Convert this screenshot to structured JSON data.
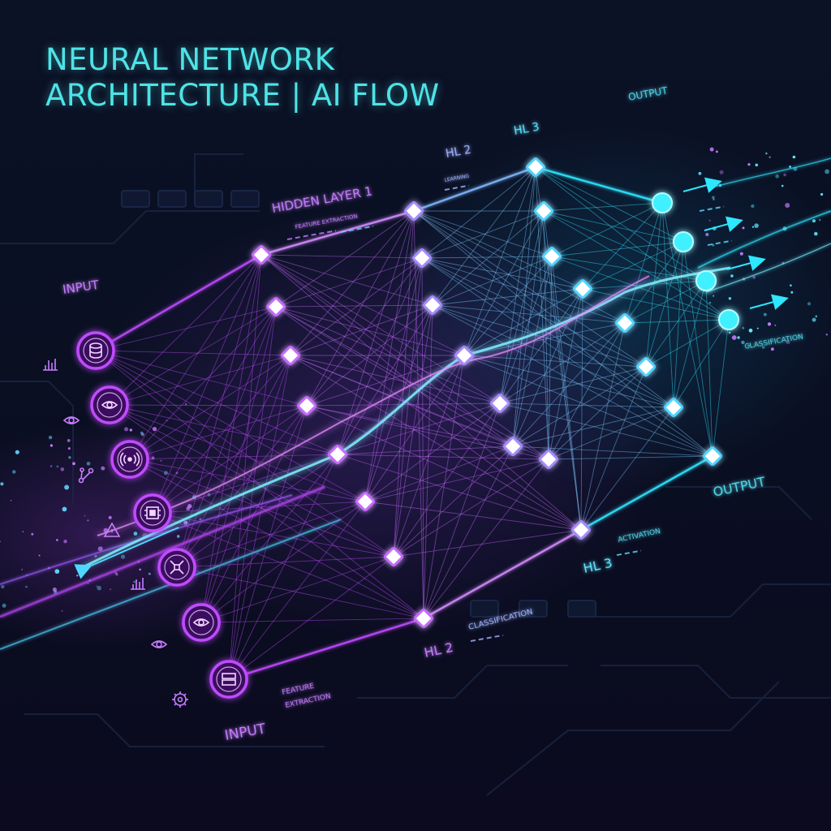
{
  "title": {
    "line1": "NEURAL NETWORK",
    "line2": "ARCHITECTURE | AI FLOW"
  },
  "labels": [
    {
      "id": "input-top",
      "text": "INPUT",
      "color": "#c77dff"
    },
    {
      "id": "input-bottom",
      "text": "INPUT",
      "color": "#c77dff"
    },
    {
      "id": "hidden-layer-1",
      "text": "HIDDEN LAYER 1",
      "color": "#c77dff"
    },
    {
      "id": "feature-extraction-top",
      "text": "FEATURE EXTRACTION",
      "color": "#c77dff"
    },
    {
      "id": "hl2-top",
      "text": "HL 2",
      "color": "#9fb4ff"
    },
    {
      "id": "learning",
      "text": "LEARNING",
      "color": "#9fb4ff"
    },
    {
      "id": "hl3-top",
      "text": "HL 3",
      "color": "#5ee4ff"
    },
    {
      "id": "output-top",
      "text": "OUTPUT",
      "color": "#4fd8e8"
    },
    {
      "id": "classification-right",
      "text": "CLASSIFICATION",
      "color": "#4fd8e8"
    },
    {
      "id": "output-right",
      "text": "OUTPUT",
      "color": "#4fd8e8"
    },
    {
      "id": "activation",
      "text": "ACTIVATION",
      "color": "#4fd8e8"
    },
    {
      "id": "hl3-bottom",
      "text": "HL 3",
      "color": "#5ee4ff"
    },
    {
      "id": "classification-bottom",
      "text": "CLASSIFICATION",
      "color": "#9fb4ff"
    },
    {
      "id": "hl2-bottom",
      "text": "HL 2",
      "color": "#c77dff"
    },
    {
      "id": "feature-line1",
      "text": "FEATURE",
      "color": "#c77dff"
    },
    {
      "id": "feature-line2",
      "text": "EXTRACTION",
      "color": "#c77dff"
    }
  ],
  "input_icons": [
    "database-icon",
    "eye-icon",
    "signal-icon",
    "chip-icon",
    "expand-icon",
    "eye-icon",
    "server-icon"
  ],
  "side_icons": [
    "bar-chart-icon",
    "eye-icon",
    "graph-icon",
    "triangle-icon",
    "bar-chart-icon",
    "eye-icon",
    "gear-icon"
  ],
  "colors": {
    "input": "#c04bff",
    "hidden1": "#c86bff",
    "hidden2": "#a58bff",
    "hidden3": "#4fd6ff",
    "output": "#2ee6ff",
    "title": "#4fe3e6"
  }
}
